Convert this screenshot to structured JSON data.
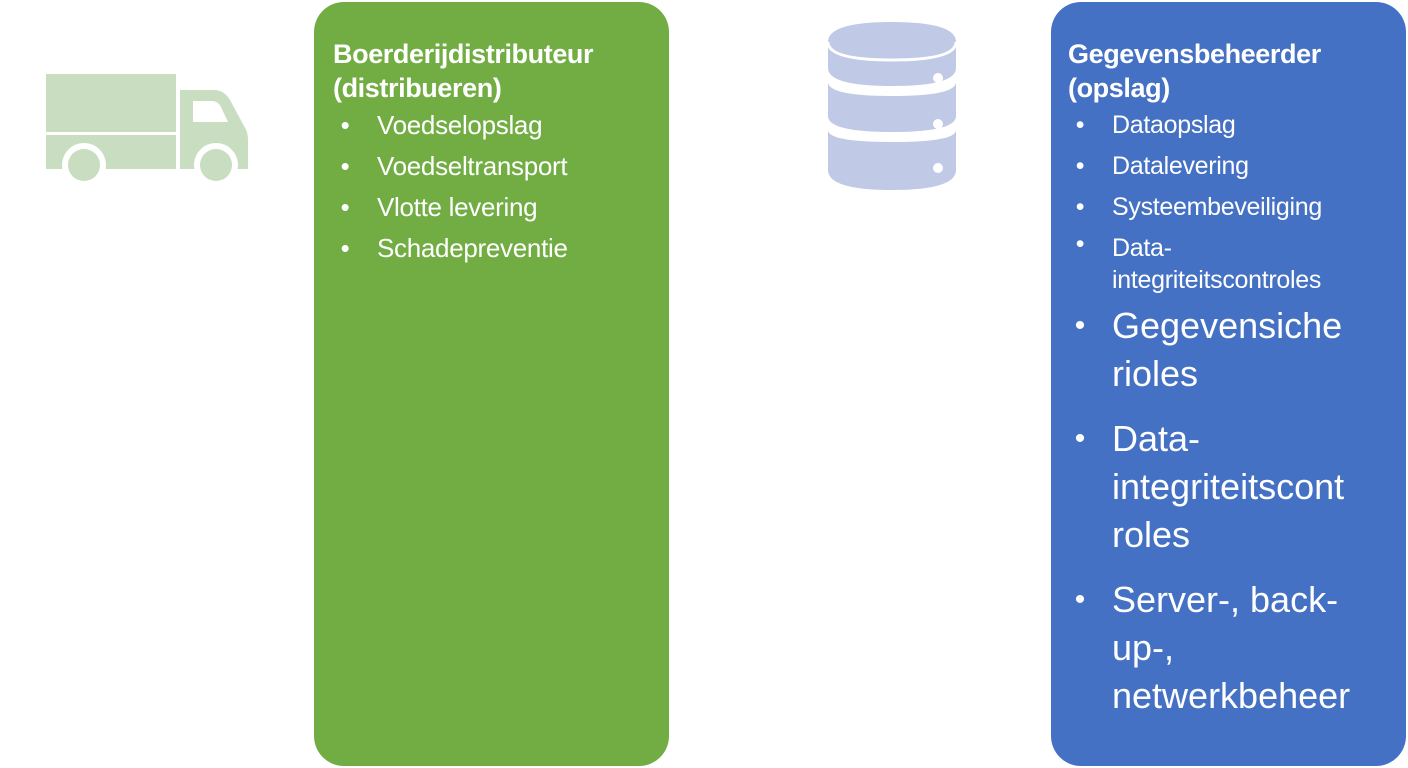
{
  "icons": {
    "truck": "truck-icon",
    "database": "database-icon"
  },
  "colors": {
    "green_panel": "#71ad43",
    "blue_panel": "#4471c4",
    "truck": "#c9ddc0",
    "database": "#c0c9e6"
  },
  "distributor": {
    "title_line1": "Boerderijdistributeur",
    "title_line2": "(distribueren)",
    "items": [
      "Voedselopslag",
      "Voedseltransport",
      "Vlotte levering",
      "Schadepreventie"
    ]
  },
  "data_manager": {
    "title_line1": "Gegevensbeheerder",
    "title_line2": "(opslag)",
    "items": [
      "Dataopslag",
      "Datalevering",
      "Systeembeveiliging",
      "Data-\nintegriteitscontroles",
      "Gegevensiche\nrioles",
      "Data-\nintegriteitscont\nroles",
      "Server-, back-\nup-,\nnetwerkbeheer"
    ]
  }
}
